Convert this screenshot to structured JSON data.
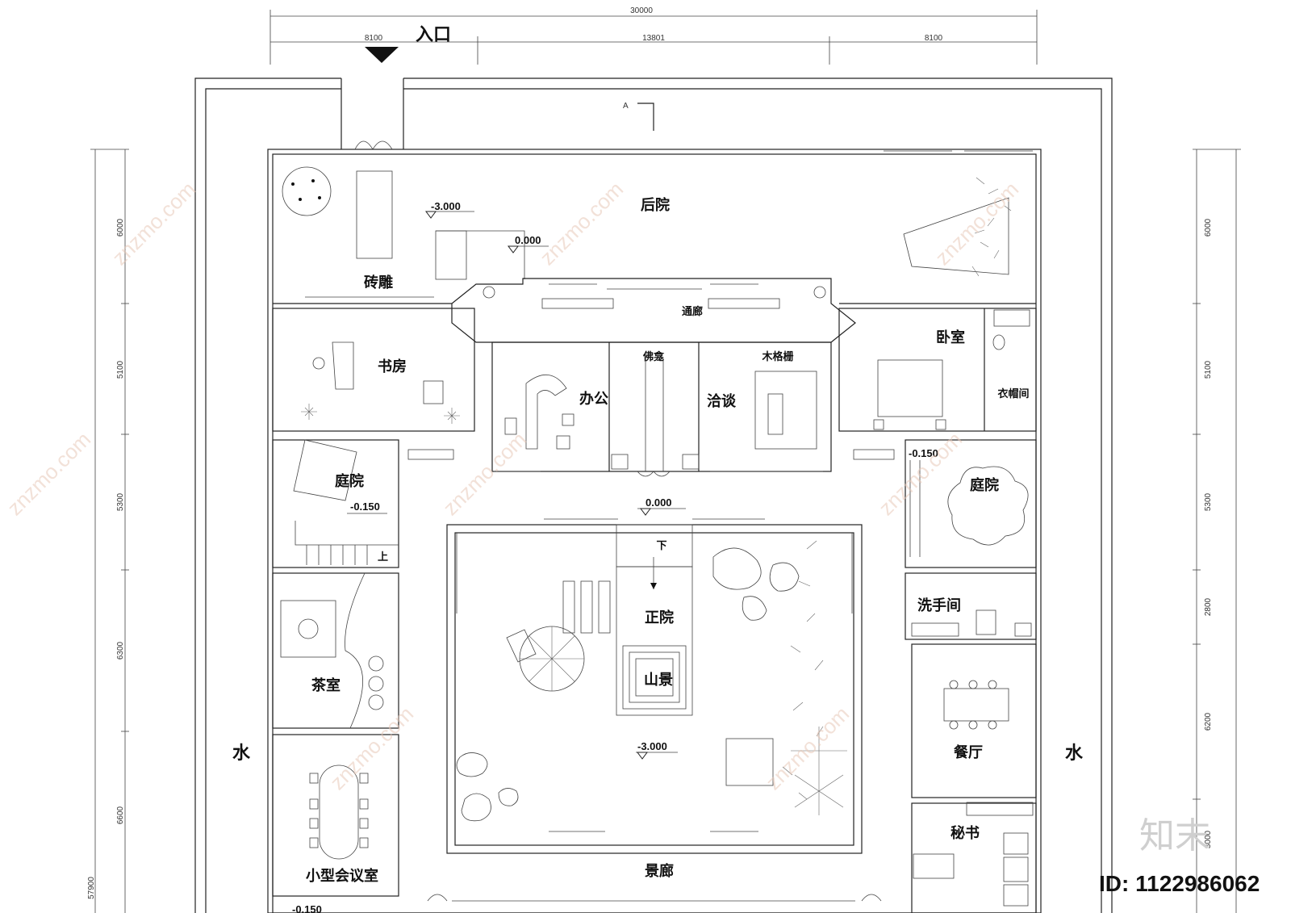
{
  "entrance": "入口",
  "dims_top": {
    "total": "30000",
    "left": "8100",
    "middle": "13801",
    "right": "8100"
  },
  "dims_side": [
    "6000",
    "5100",
    "5300",
    "6300",
    "6600",
    "57900"
  ],
  "dims_side_right": [
    "6000",
    "5100",
    "5300",
    "2800",
    "6200",
    "3000"
  ],
  "section_mark": "A",
  "rooms": {
    "back_yard": "后院",
    "brick_carving": "砖雕",
    "corridor": "通廊",
    "bedroom": "卧室",
    "study": "书房",
    "shrine": "佛龛",
    "lattice": "木格栅",
    "office": "办公",
    "meeting": "洽谈",
    "wardrobe": "衣帽间",
    "courtyard_left": "庭院",
    "courtyard_right": "庭院",
    "main_yard": "正院",
    "rockery": "山景",
    "washroom": "洗手间",
    "tea_room": "茶室",
    "dining": "餐厅",
    "water_left": "水",
    "water_right": "水",
    "small_meeting": "小型会议室",
    "secretary": "秘书",
    "scenic_corridor": "景廊",
    "down": "下",
    "up": "上"
  },
  "levels": {
    "back_yard": "-3.000",
    "corridor_step": "0.000",
    "courtyard_left": "-0.150",
    "courtyard_right": "-0.150",
    "main_entry": "0.000",
    "main_yard": "-3.000",
    "bottom_left": "-0.150"
  },
  "watermark": "znzmo.com",
  "logo": "知末",
  "image_id": "ID: 1122986062",
  "colors": {
    "line": "#222222",
    "watermark": "#e8c9b9"
  }
}
